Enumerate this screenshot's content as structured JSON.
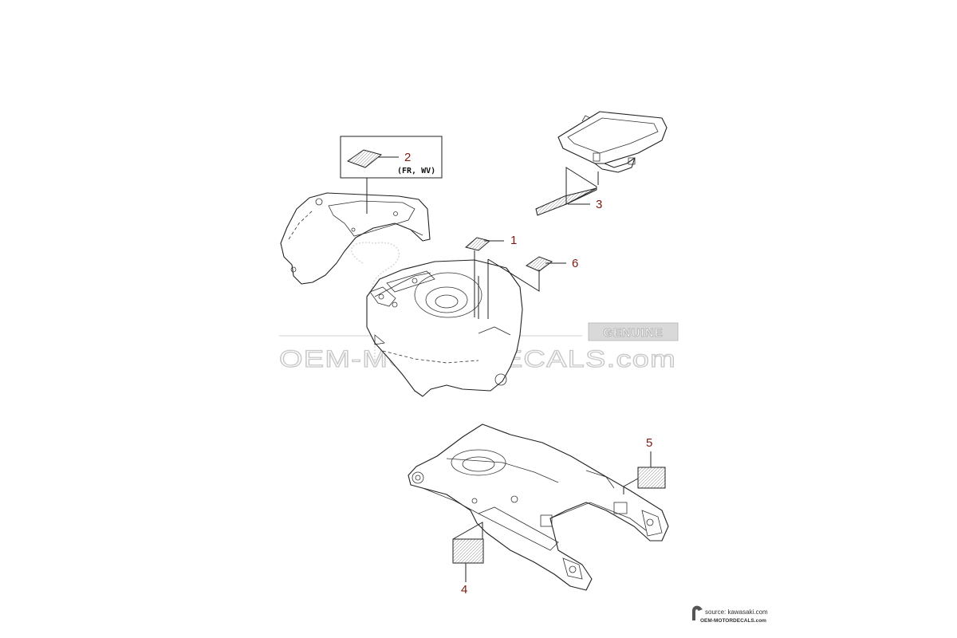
{
  "callouts": {
    "c1": "1",
    "c2": "2",
    "c3": "3",
    "c4": "4",
    "c5": "5",
    "c6": "6",
    "c2_note": "(FR, WV)"
  },
  "watermark": {
    "badge": "GENUINE",
    "site": "OEM-MOTORDECALS.com"
  },
  "source": {
    "line1": "source: kawasaki.com",
    "line2": "OEM-MOTORDECALS.com"
  },
  "colors": {
    "callout": "#7a1a12",
    "watermark": "#c8c8c8"
  }
}
